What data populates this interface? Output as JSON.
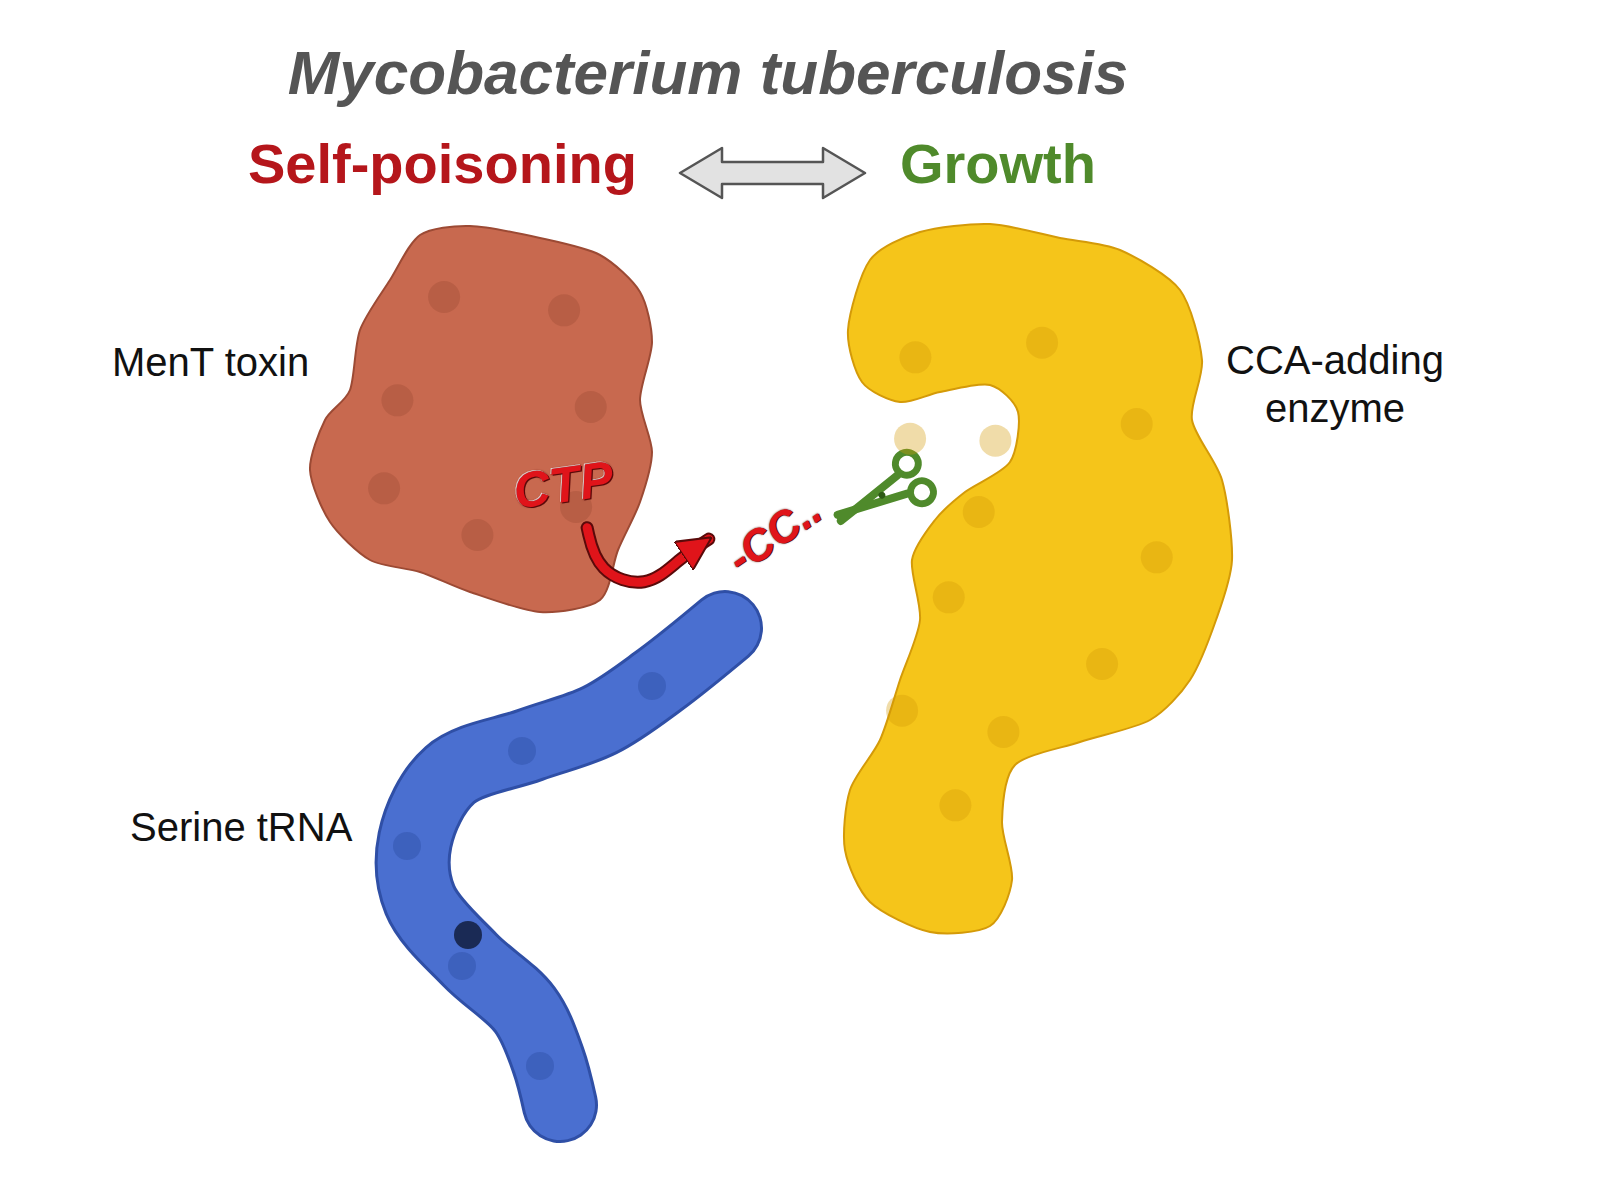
{
  "diagram": {
    "title": "Mycobacterium tuberculosis",
    "nodes": [
      {
        "text": [
          "MenT toxin",
          "CTP"
        ]
      },
      {
        "text": [
          "CCA-adding enzyme"
        ]
      },
      {
        "text": [
          "Serine tRNA",
          "-CC.."
        ]
      }
    ],
    "edges": [
      {
        "from": 0,
        "to": 2,
        "arrow": "to"
      }
    ],
    "labels": [
      "Self-poisoning",
      "Growth"
    ]
  }
}
